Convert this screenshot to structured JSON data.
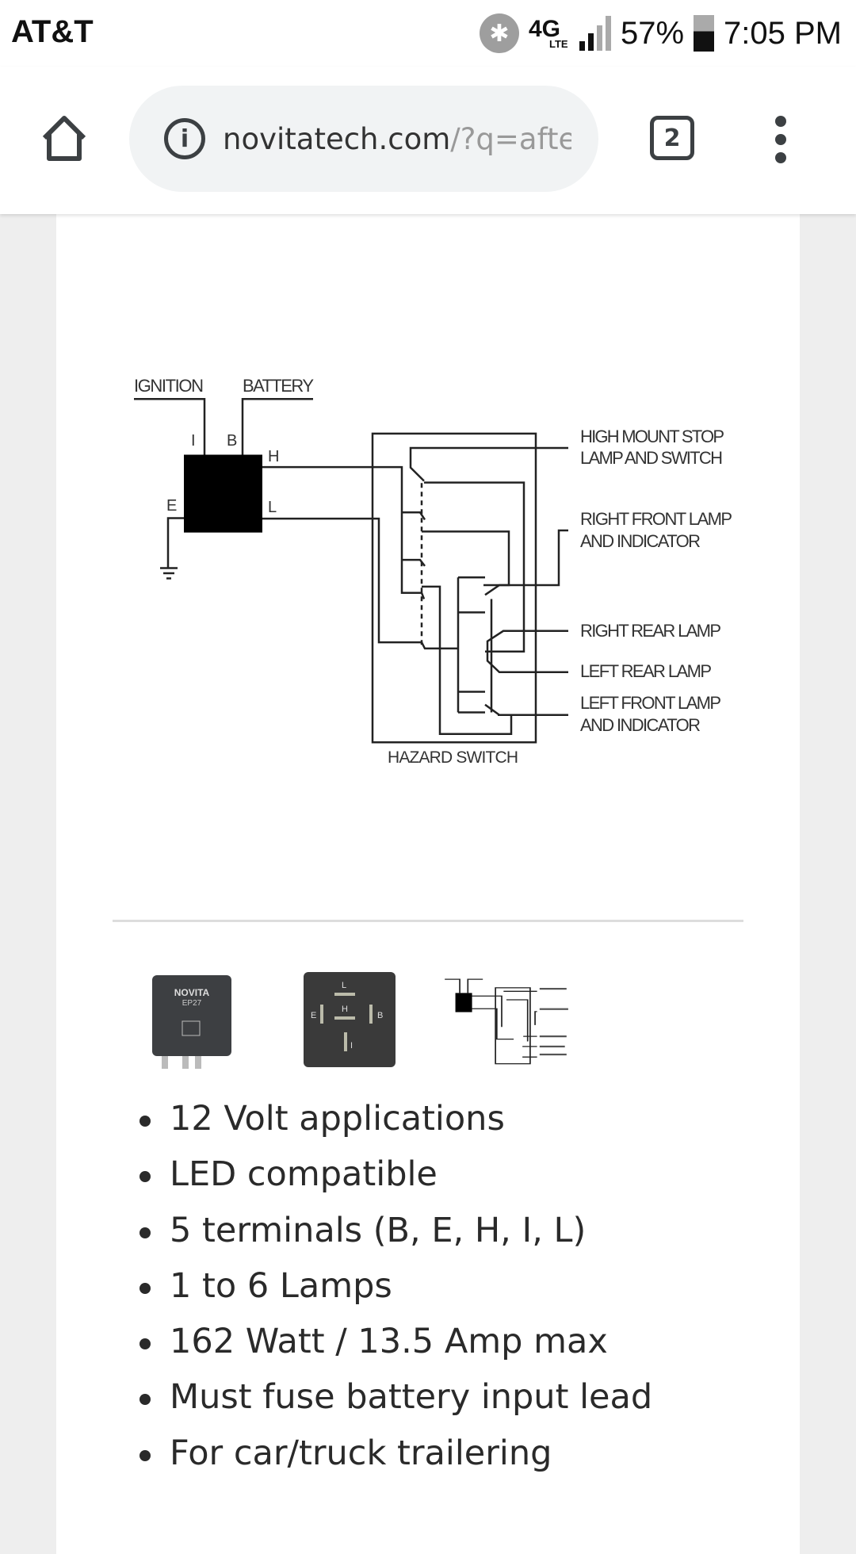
{
  "status_bar": {
    "carrier": "AT&T",
    "network": "4G",
    "network_sub": "LTE",
    "battery": "57%",
    "time": "7:05 PM",
    "signal_bars": 2
  },
  "browser": {
    "url_host": "novitatech.com",
    "url_rest": "/?q=afte",
    "tab_count": "2"
  },
  "diagram": {
    "ignition": "IGNITION",
    "battery": "BATTERY",
    "terminals": {
      "i": "I",
      "b": "B",
      "h": "H",
      "e": "E",
      "l": "L"
    },
    "hazard_switch": "HAZARD SWITCH",
    "outputs": [
      [
        "HIGH MOUNT STOP",
        "LAMP AND SWITCH"
      ],
      [
        "RIGHT FRONT LAMP",
        "AND INDICATOR"
      ],
      [
        "RIGHT REAR LAMP"
      ],
      [
        "LEFT REAR LAMP"
      ],
      [
        "LEFT FRONT LAMP",
        "AND INDICATOR"
      ]
    ]
  },
  "thumbnails": {
    "relay_brand": "NOVITA",
    "relay_model": "EP27",
    "pins": {
      "l": "L",
      "h": "H",
      "e": "E",
      "b": "B",
      "i": "I"
    }
  },
  "features": [
    "12 Volt applications",
    "LED compatible",
    "5 terminals (B, E, H, I, L)",
    "1 to 6 Lamps",
    "162 Watt / 13.5 Amp max",
    "Must fuse battery input lead",
    "For car/truck trailering"
  ]
}
